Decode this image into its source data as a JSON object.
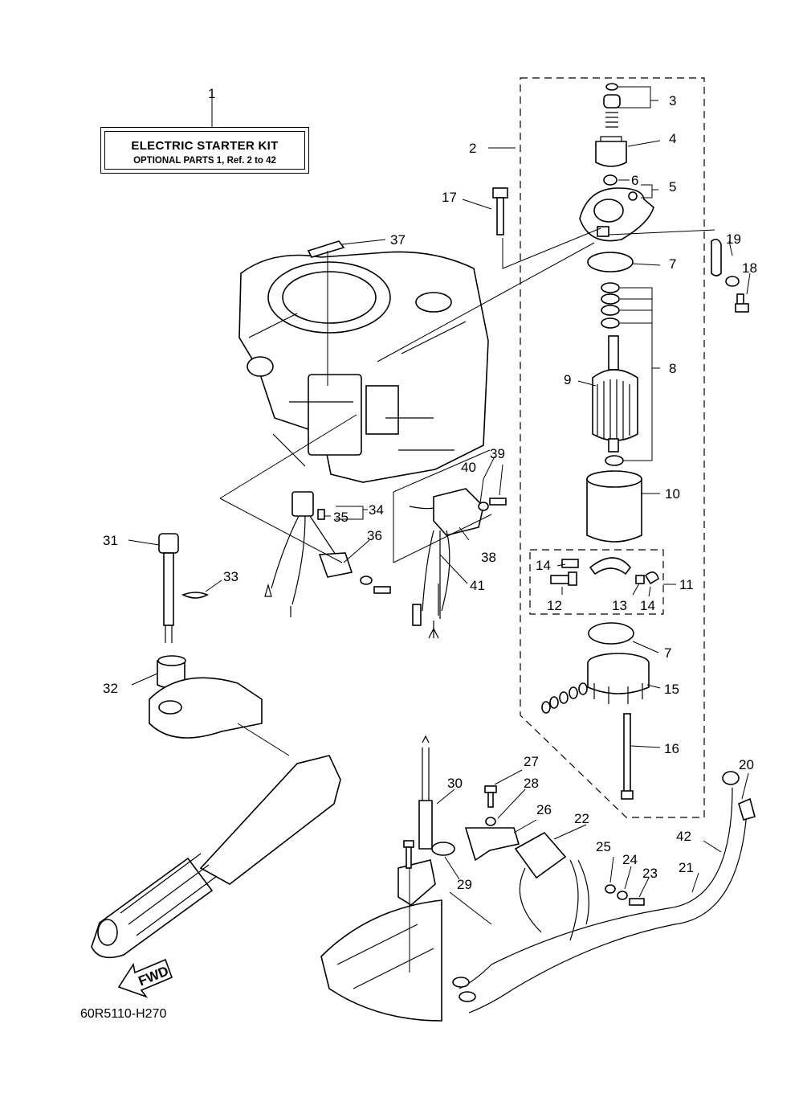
{
  "kit_label": {
    "title": "ELECTRIC STARTER KIT",
    "subtitle": "OPTIONAL PARTS 1,  Ref. 2 to 42"
  },
  "diagram_code": "60R5110-H270",
  "fwd_label": "FWD",
  "callouts": {
    "c1": "1",
    "c2": "2",
    "c3": "3",
    "c4": "4",
    "c5": "5",
    "c6": "6",
    "c7a": "7",
    "c7b": "7",
    "c8": "8",
    "c9": "9",
    "c10": "10",
    "c11": "11",
    "c12": "12",
    "c13": "13",
    "c14a": "14",
    "c14b": "14",
    "c15": "15",
    "c16": "16",
    "c17": "17",
    "c18": "18",
    "c19": "19",
    "c20": "20",
    "c21": "21",
    "c22": "22",
    "c23": "23",
    "c24": "24",
    "c25": "25",
    "c26": "26",
    "c27": "27",
    "c28": "28",
    "c29": "29",
    "c30": "30",
    "c31": "31",
    "c32": "32",
    "c33": "33",
    "c34": "34",
    "c35": "35",
    "c36": "36",
    "c37": "37",
    "c38": "38",
    "c39": "39",
    "c40": "40",
    "c41": "41",
    "c42": "42"
  }
}
